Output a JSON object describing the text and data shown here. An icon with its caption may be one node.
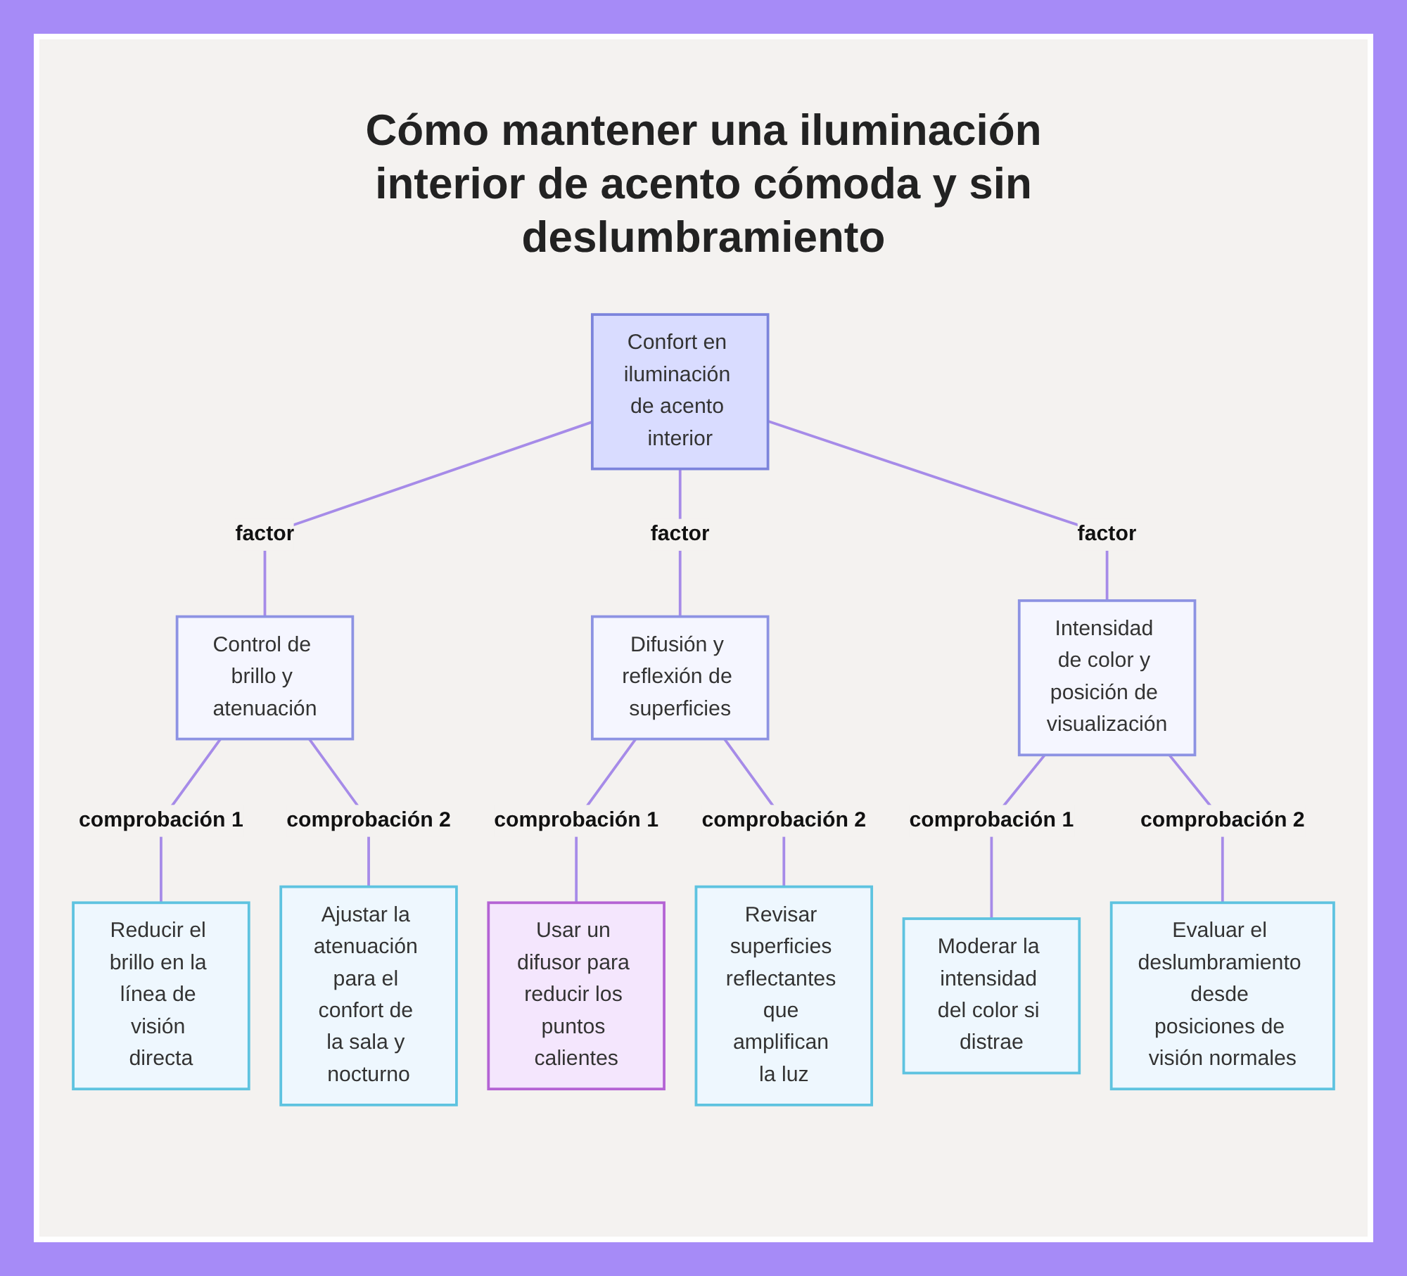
{
  "diagram": {
    "title": "Cómo mantener una iluminación interior de acento cómoda y sin deslumbramiento",
    "nodes": [
      {
        "text": [
          "Confort en iluminación de acento interior"
        ]
      },
      {
        "text": [
          "Control de brillo y atenuación"
        ]
      },
      {
        "text": [
          "Difusión y reflexión de superficies"
        ]
      },
      {
        "text": [
          "Intensidad de color y posición de visualización"
        ]
      },
      {
        "text": [
          "Reducir el brillo en la línea de visión directa"
        ]
      },
      {
        "text": [
          "Ajustar la atenuación para el confort de la sala y nocturno"
        ]
      },
      {
        "text": [
          "Usar un difusor para reducir los puntos calientes"
        ]
      },
      {
        "text": [
          "Revisar superficies reflectantes que amplifican la luz"
        ]
      },
      {
        "text": [
          "Moderar la intensidad del color si distrae"
        ]
      },
      {
        "text": [
          "Evaluar el deslumbramiento desde posiciones de visión normales"
        ]
      }
    ],
    "edges": [
      {
        "from": 0,
        "to": 1,
        "arrow": "none",
        "label": "factor"
      },
      {
        "from": 0,
        "to": 2,
        "arrow": "none",
        "label": "factor"
      },
      {
        "from": 0,
        "to": 3,
        "arrow": "none",
        "label": "factor"
      },
      {
        "from": 1,
        "to": 4,
        "arrow": "none",
        "label": "comprobación 1"
      },
      {
        "from": 1,
        "to": 5,
        "arrow": "none",
        "label": "comprobación 2"
      },
      {
        "from": 2,
        "to": 6,
        "arrow": "none",
        "label": "comprobación 1"
      },
      {
        "from": 2,
        "to": 7,
        "arrow": "none",
        "label": "comprobación 2"
      },
      {
        "from": 3,
        "to": 8,
        "arrow": "none",
        "label": "comprobación 1"
      },
      {
        "from": 3,
        "to": 9,
        "arrow": "none",
        "label": "comprobación 2"
      }
    ]
  }
}
